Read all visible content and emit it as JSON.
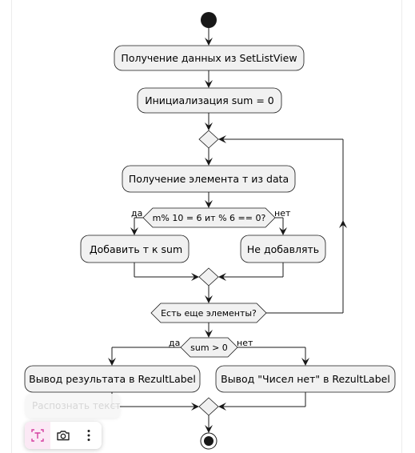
{
  "diagram": {
    "nodes": {
      "get_data": "Получение данных из SetListView",
      "init_sum": "Инициализация sum = 0",
      "get_element": "Получение элемента т из data",
      "cond_check": "m% 10 = 6 ит % 6 == 0?",
      "add_sum": "Добавить т к sum",
      "no_add": "Не добавлять",
      "more_elements": "Есть еще элементы?",
      "cond_sum": "sum > 0",
      "output_result": "Вывод результата в RezultLabel",
      "output_none": "Вывод \"Чисел нет\" в RezultLabel"
    },
    "branch_labels": {
      "yes": "да",
      "no": "нет"
    }
  },
  "overlay": {
    "tooltip": "Распознать текст",
    "icons": [
      "text-recognition-icon",
      "camera-icon",
      "more-vertical-icon"
    ]
  }
}
